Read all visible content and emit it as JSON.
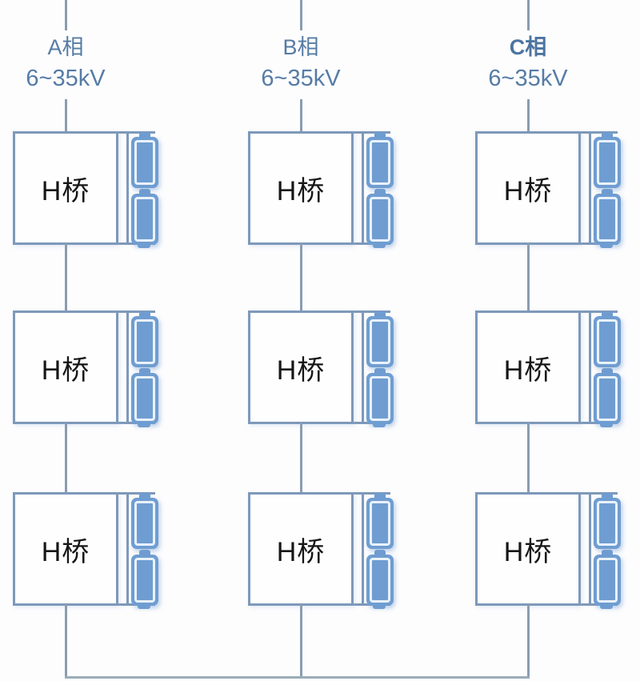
{
  "diagram": {
    "phases": [
      {
        "label": "A相",
        "voltage": "6~35kV",
        "emphasis": false,
        "modules": [
          {
            "label": "H桥",
            "batteries": 2
          },
          {
            "label": "H桥",
            "batteries": 2
          },
          {
            "label": "H桥",
            "batteries": 2
          }
        ]
      },
      {
        "label": "B相",
        "voltage": "6~35kV",
        "emphasis": false,
        "modules": [
          {
            "label": "H桥",
            "batteries": 2
          },
          {
            "label": "H桥",
            "batteries": 2
          },
          {
            "label": "H桥",
            "batteries": 2
          }
        ]
      },
      {
        "label": "C相",
        "voltage": "6~35kV",
        "emphasis": true,
        "modules": [
          {
            "label": "H桥",
            "batteries": 2
          },
          {
            "label": "H桥",
            "batteries": 2
          },
          {
            "label": "H桥",
            "batteries": 2
          }
        ]
      }
    ],
    "colors": {
      "battery_fill": "#6f9dd1",
      "battery_inner_ring": "#e9f2fb",
      "box_border": "#7e99ba",
      "connector_line": "#8a9db1",
      "bus_line": "#9aacb8",
      "header_text": "#567ca5",
      "module_text": "#161616"
    }
  }
}
